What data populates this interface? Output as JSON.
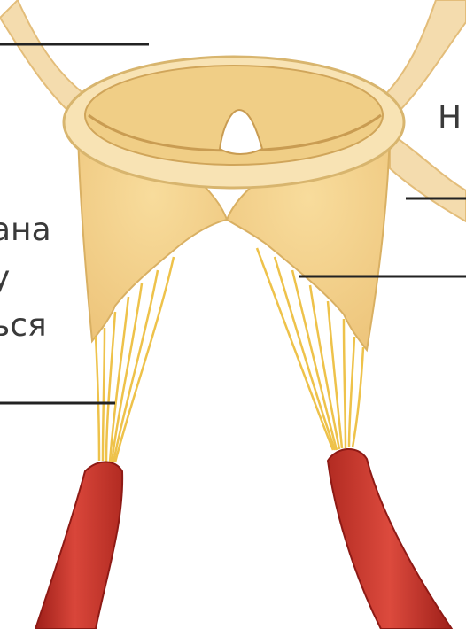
{
  "labels": {
    "right_fragment": "Н",
    "left_line_1": "ана",
    "left_line_2": "у",
    "left_line_3": "ься"
  },
  "colors": {
    "leaflet": "#f2d089",
    "leaflet_edge": "#d9b063",
    "annulus": "#f8e3b4",
    "chordae": "#f0c850",
    "muscle": "#d23a2e",
    "muscle_dark": "#9e1f19",
    "leader_line": "#222222"
  }
}
